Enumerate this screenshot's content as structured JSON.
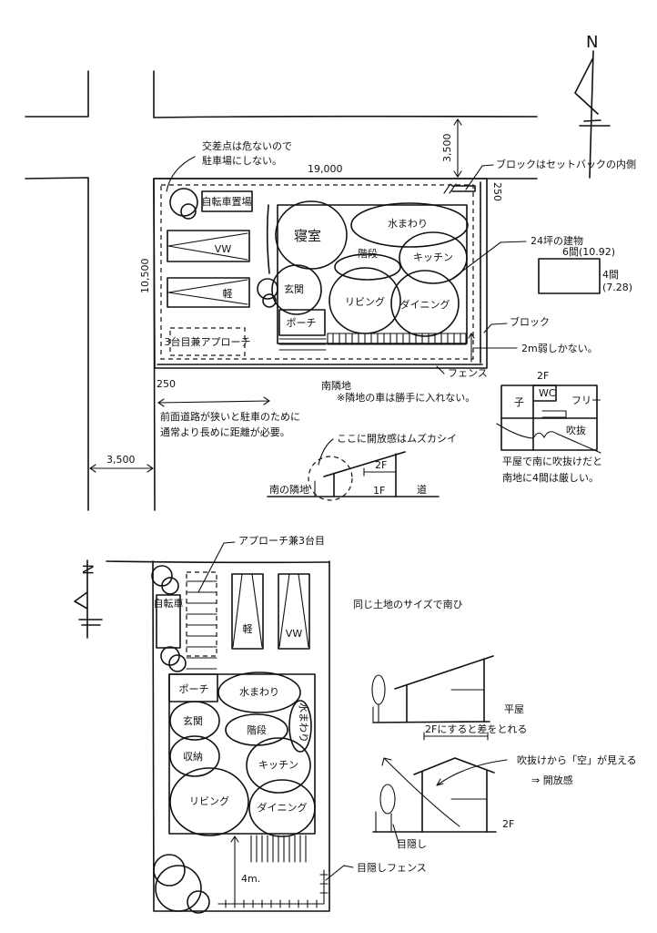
{
  "compass": {
    "north_label": "N"
  },
  "plan_east": {
    "dimensions": {
      "width": "19,000",
      "depth": "10,500",
      "road_north": "3,500",
      "road_west": "3,500",
      "setback_west": "250",
      "setback_north": "250"
    },
    "notes": {
      "intersection": [
        "交差点は危ないので",
        "駐車場にしない。"
      ],
      "block": "ブロックはセットバックの内側",
      "building_24": "24坪の建物",
      "width_6ken": "6間(10.92)",
      "depth_4ken": "4間",
      "depth_4ken_m": "(7.28)",
      "block_label": "ブロック",
      "gap": "2m弱しかない。",
      "fence": "フェンス",
      "south_neighbor": "南隣地",
      "south_neighbor_note": "※隣地の車は勝手に入れない。",
      "front_road": [
        "前面道路が狭いと駐車のために",
        "通常より長めに距離が必要。"
      ],
      "openness": "ここに開放感はムズカシイ",
      "south_neighbor_small": "南の隣地",
      "road_small": "道",
      "one_floor": "1F",
      "two_floor": "2F"
    },
    "rooms": {
      "bicycle": "自転車置場",
      "vw": "VW",
      "kei": "軽",
      "third_car": "3台目兼アプローチ",
      "bedroom": "寝室",
      "water": "水まわり",
      "stairs": "階段",
      "kitchen": "キッチン",
      "entrance": "玄関",
      "living": "リビング",
      "dining": "ダイニング",
      "porch": "ポーチ"
    },
    "second_floor": {
      "title": "2F",
      "child": "子",
      "wc": "WC",
      "free": "フリー",
      "void": "吹抜",
      "note": [
        "平屋で南に吹抜けだと",
        "南地に4間は厳しい。"
      ]
    }
  },
  "plan_south": {
    "title": "同じ土地のサイズで南ひ",
    "approach_note": "アプローチ兼3台目",
    "rooms": {
      "bicycle": "自転車",
      "kei": "軽",
      "vw": "VW",
      "porch": "ポーチ",
      "water1": "水まわり",
      "water2": "水まわり",
      "entrance": "玄関",
      "stairs": "階段",
      "storage": "収納",
      "kitchen": "キッチン",
      "living": "リビング",
      "dining": "ダイニング"
    },
    "distance": "4m.",
    "privacy_fence": "目隠しフェンス"
  },
  "sections": {
    "one_story": "平屋",
    "diff_note": "2Fにすると差をとれる",
    "two_story": "2F",
    "sky_note": "吹抜けから「空」が見える",
    "openness": "⇒ 開放感",
    "privacy": "目隠し"
  }
}
